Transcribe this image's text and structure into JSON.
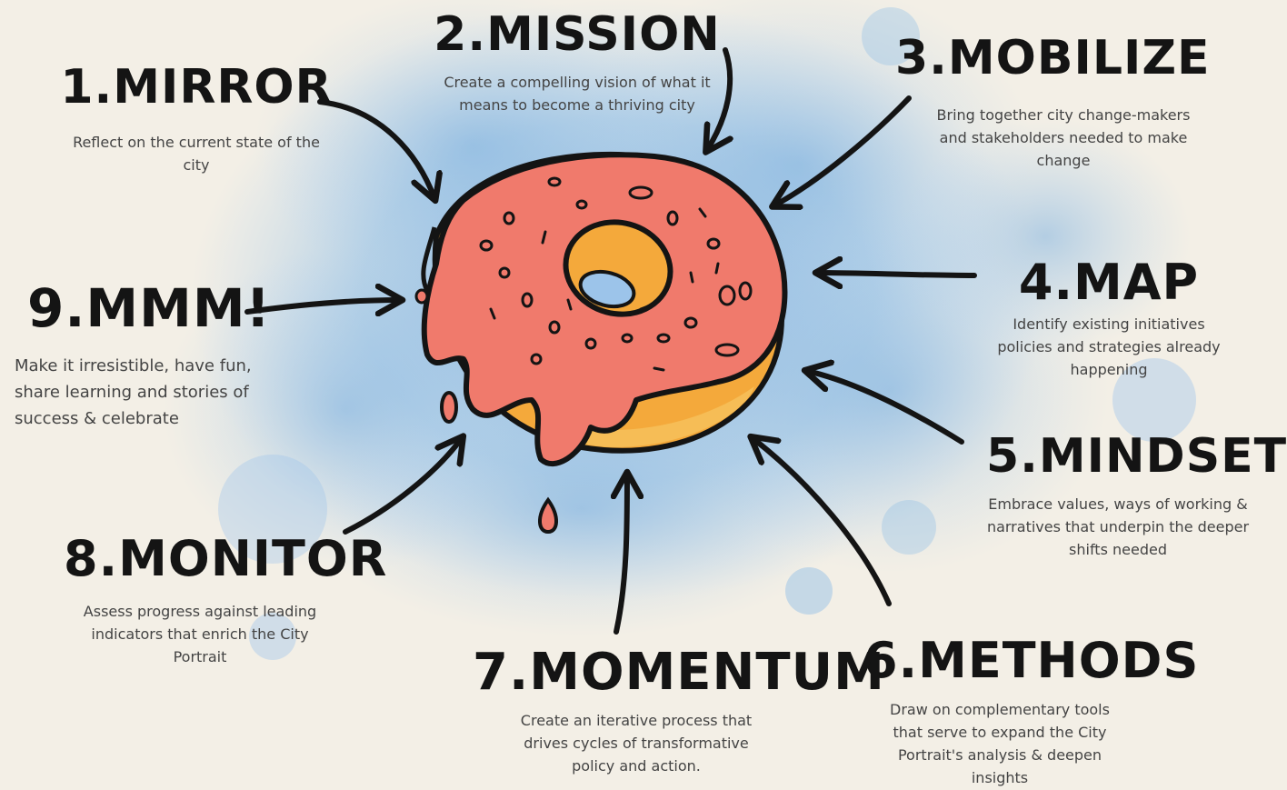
{
  "steps": [
    {
      "id": "s1",
      "title": "1.MIRROR",
      "description": "Reflect on the current state of the city"
    },
    {
      "id": "s2",
      "title": "2.MISSION",
      "description": "Create a compelling vision of what it means to become a thriving city"
    },
    {
      "id": "s3",
      "title": "3.MOBILIZE",
      "description": "Bring together city change-makers and stakeholders needed to make change"
    },
    {
      "id": "s4",
      "title": "4.MAP",
      "description": "Identify existing initiatives policies and strategies already happening"
    },
    {
      "id": "s5",
      "title": "5.MINDSET",
      "description": "Embrace values, ways of working & narratives that underpin the deeper shifts needed"
    },
    {
      "id": "s6",
      "title": "6.METHODS",
      "description": "Draw on complementary tools that serve to expand the City Portrait's analysis & deepen insights"
    },
    {
      "id": "s7",
      "title": "7.MOMENTUM",
      "description": "Create an iterative process that drives cycles of transformative policy and action."
    },
    {
      "id": "s8",
      "title": "8.MONITOR",
      "description": "Assess progress against leading indicators that enrich the City Portrait"
    },
    {
      "id": "s9",
      "title": "9.MMM!",
      "description": "Make it irresistible, have fun, share learning and stories of success & celebrate"
    }
  ],
  "colors": {
    "background": "#f3efe6",
    "watercolor": "#7fb2e0",
    "icing": "#f07a6c",
    "dough": "#f4a93b",
    "ink": "#141414"
  }
}
